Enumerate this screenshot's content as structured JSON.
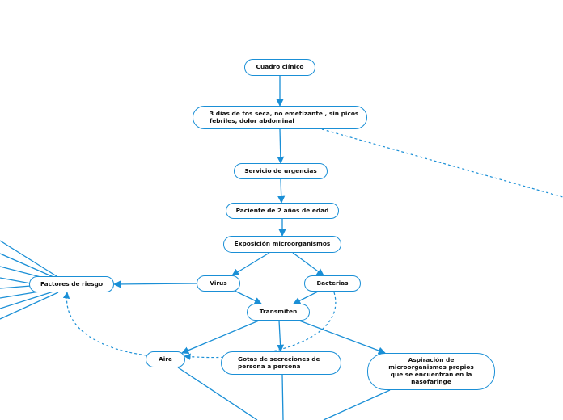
{
  "colors": {
    "line": "#1a8fd6",
    "node_border": "#1a8fd6",
    "text": "#111111"
  },
  "nodes": {
    "cuadro_clinico": "Cuadro clínico",
    "tres_dias": "3 días de tos seca, no emetizante , sin picos febriles, dolor abdominal",
    "servicio_urgencias": "Servicio de urgencias",
    "paciente": "Paciente de 2 años de edad",
    "exposicion": "Exposición microorganismos",
    "virus": "Virus",
    "bacterias": "Bacterias",
    "factores": "Factores de riesgo",
    "transmiten": "Transmiten",
    "aire": "Aire",
    "gotas": "Gotas de secreciones de persona a persona",
    "aspiracion": "Aspiración de microorganismos propios que se encuentran en la nasofaringe"
  }
}
